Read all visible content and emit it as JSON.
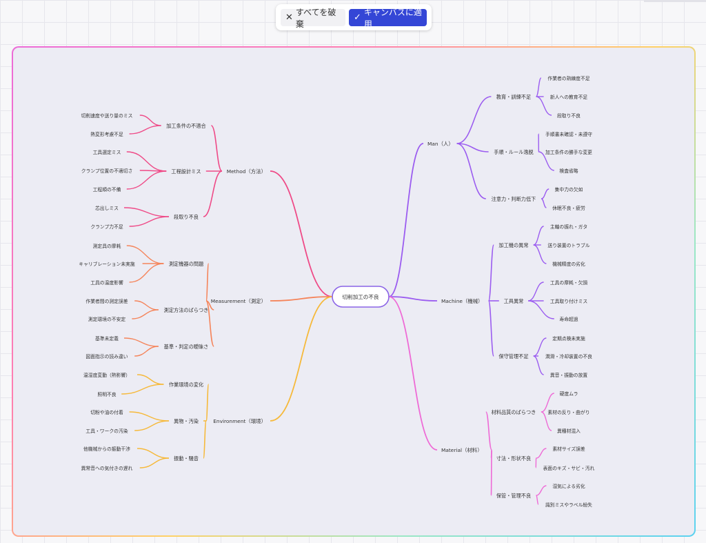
{
  "toolbar": {
    "discard_label": "すべてを破棄",
    "apply_label": "キャンバスに適用",
    "discard_icon": "✕",
    "apply_icon": "✓"
  },
  "colors": {
    "method": "#ef4a87",
    "measurement": "#f5845a",
    "environment": "#f6b93a",
    "man": "#9b5cf0",
    "machine": "#9b5cf0",
    "material": "#ee6ad6",
    "center_border": "#8a63e6"
  },
  "mindmap": {
    "center": "切削加工の不良",
    "branches": [
      {
        "label": "Method（方法）",
        "subs": [
          {
            "label": "加工条件の不適合",
            "leaves": [
              "切削速度や送り量のミス",
              "熱変形考慮不足"
            ]
          },
          {
            "label": "工程設計ミス",
            "leaves": [
              "工具選定ミス",
              "クランプ位置の不適切さ",
              "工程順の不備"
            ]
          },
          {
            "label": "段取り不良",
            "leaves": [
              "芯出しミス",
              "クランプ力不足"
            ]
          }
        ]
      },
      {
        "label": "Measurement（測定）",
        "subs": [
          {
            "label": "測定機器の問題",
            "leaves": [
              "測定具の摩耗",
              "キャリブレーション未実施",
              "工具の温度影響"
            ]
          },
          {
            "label": "測定方法のばらつき",
            "leaves": [
              "作業者間の測定誤差",
              "測定環境の不安定"
            ]
          },
          {
            "label": "基準・判定の曖昧さ",
            "leaves": [
              "基準未定義",
              "図面指示の読み違い"
            ]
          }
        ]
      },
      {
        "label": "Environment（環境）",
        "subs": [
          {
            "label": "作業環境の変化",
            "leaves": [
              "温湿度変動（熱影響）",
              "照明不良"
            ]
          },
          {
            "label": "異物・汚染",
            "leaves": [
              "切粉や油の付着",
              "工具・ワークの汚染"
            ]
          },
          {
            "label": "振動・騒音",
            "leaves": [
              "他機械からの振動干渉",
              "異常音への気付きの遅れ"
            ]
          }
        ]
      },
      {
        "label": "Man（人）",
        "subs": [
          {
            "label": "教育・訓練不足",
            "leaves": [
              "作業者の熟練度不足",
              "新人への教育不足",
              "段取り不良"
            ]
          },
          {
            "label": "手順・ルール逸脱",
            "leaves": [
              "手順書未確認・未遵守",
              "加工条件の勝手な変更",
              "検査省略"
            ]
          },
          {
            "label": "注意力・判断力低下",
            "leaves": [
              "集中力の欠如",
              "休眠不良・疲労"
            ]
          }
        ]
      },
      {
        "label": "Machine（機械）",
        "subs": [
          {
            "label": "加工機の異常",
            "leaves": [
              "主軸の振れ・ガタ",
              "送り装置のトラブル",
              "機械精度の劣化"
            ]
          },
          {
            "label": "工具異常",
            "leaves": [
              "工具の摩耗・欠損",
              "工具取り付けミス",
              "寿命超過"
            ]
          },
          {
            "label": "保守管理不足",
            "leaves": [
              "定期点検未実施",
              "潤滑・冷却装置の不良",
              "異音・振動の放置"
            ]
          }
        ]
      },
      {
        "label": "Material（材料）",
        "subs": [
          {
            "label": "材料品質のばらつき",
            "leaves": [
              "硬度ムラ",
              "素材の反り・曲がり",
              "異種材混入"
            ]
          },
          {
            "label": "寸法・形状不良",
            "leaves": [
              "素材サイズ誤差",
              "表面のキズ・サビ・汚れ"
            ]
          },
          {
            "label": "保管・管理不良",
            "leaves": [
              "湿気による劣化",
              "識別ミスやラベル紛失"
            ]
          }
        ]
      }
    ]
  }
}
